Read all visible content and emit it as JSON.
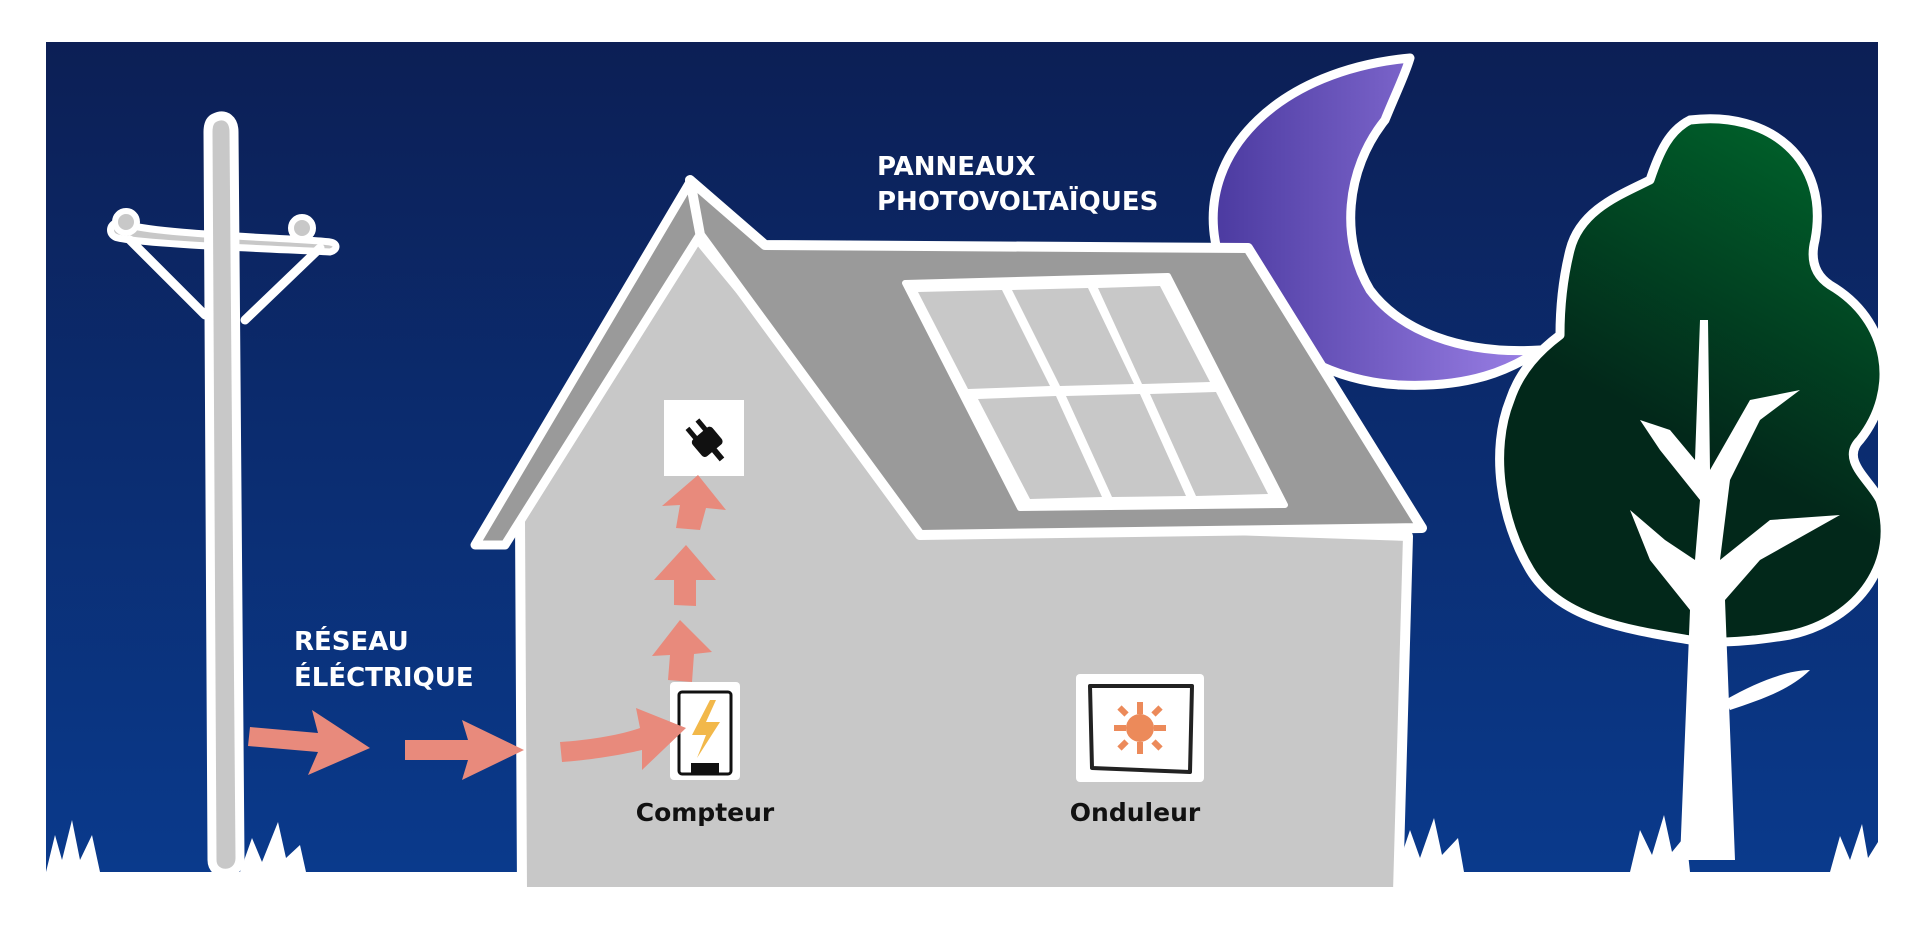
{
  "labels": {
    "grid_line1": "RÉSEAU",
    "grid_line2": "ÉLÉCTRIQUE",
    "panels_line1": "PANNEAUX",
    "panels_line2": "PHOTOVOLTAÏQUES",
    "meter": "Compteur",
    "inverter": "Onduleur"
  },
  "colors": {
    "sky_top": "#0c1f55",
    "sky_bottom": "#0a3a8c",
    "house_wall": "#c8c8c8",
    "roof": "#9a9a9a",
    "arrow": "#e88a7c",
    "moon_start": "#4b3aa0",
    "moon_end": "#9b80e6",
    "tree_top": "#00602a",
    "tree_bottom": "#02281a",
    "bolt": "#f2b84a",
    "sun": "#ec8a5a"
  },
  "icons": [
    "power-pole",
    "house",
    "solar-panel",
    "moon",
    "tree",
    "grass",
    "plug-icon",
    "lightning-bolt-icon",
    "sun-icon",
    "flow-arrow"
  ]
}
